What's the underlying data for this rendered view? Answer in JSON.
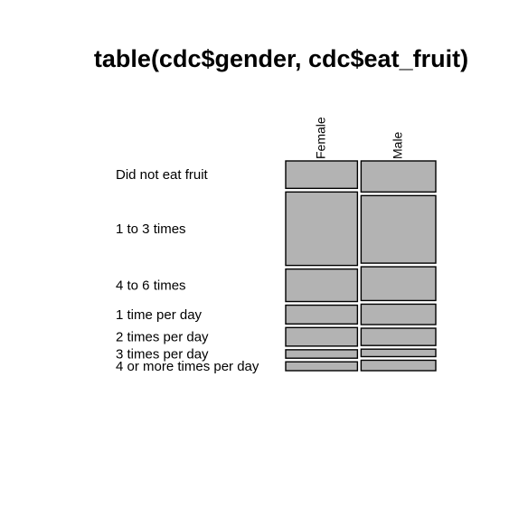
{
  "chart_data": {
    "type": "mosaic",
    "title": "table(cdc$gender, cdc$eat_fruit)",
    "columns": [
      "Female",
      "Male"
    ],
    "rows": [
      "Did not eat fruit",
      "1 to 3 times",
      "4 to 6 times",
      "1 time per day",
      "2 times per day",
      "3 times per day",
      "4 or more times per day"
    ],
    "column_share": [
      0.49,
      0.51
    ],
    "proportions": {
      "Female": [
        0.13,
        0.348,
        0.154,
        0.089,
        0.088,
        0.04,
        0.042
      ],
      "Male": [
        0.149,
        0.324,
        0.162,
        0.098,
        0.083,
        0.036,
        0.05
      ]
    },
    "tile_color": "#b3b3b3",
    "border_color": "#000000"
  }
}
